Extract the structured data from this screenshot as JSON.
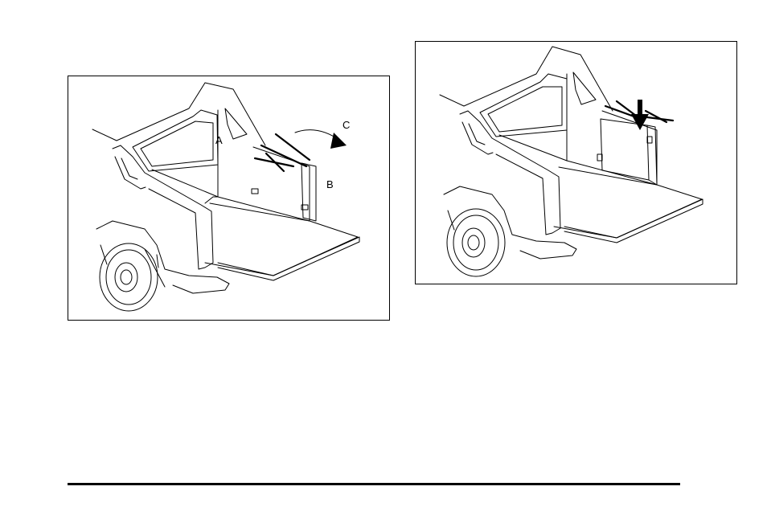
{
  "figures": [
    {
      "id": "bed-divider-rotate",
      "callouts": {
        "a": "A",
        "b": "B",
        "c": "C"
      }
    },
    {
      "id": "bed-divider-stowed",
      "callouts": {}
    }
  ]
}
